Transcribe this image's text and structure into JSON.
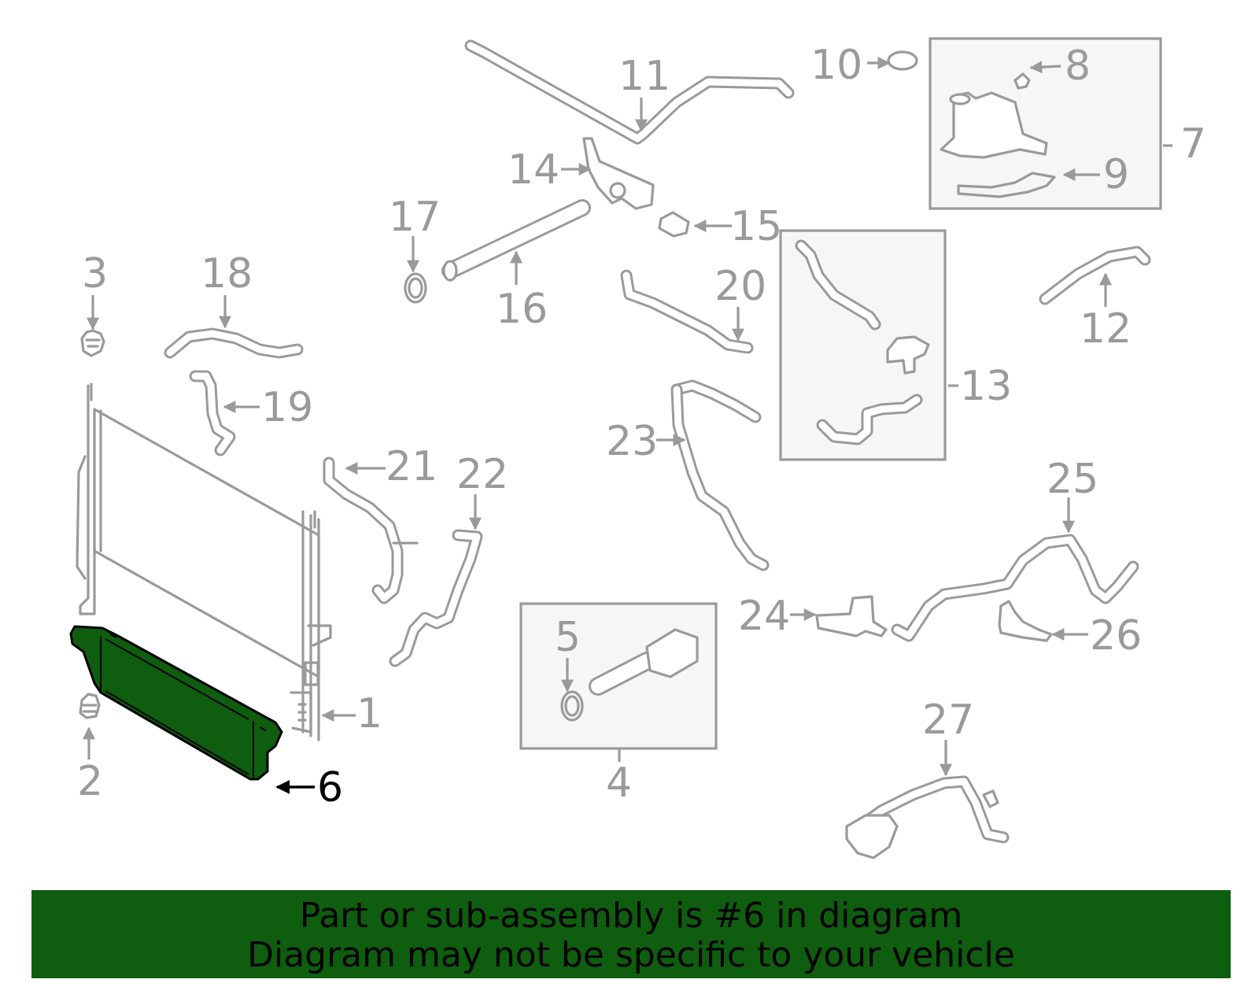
{
  "diagram": {
    "highlighted_part": "6",
    "highlight_color": "#0f5d0f",
    "line_color": "#9a9a9a",
    "callouts": {
      "c1": "1",
      "c2": "2",
      "c3": "3",
      "c4": "4",
      "c5": "5",
      "c6": "6",
      "c7": "7",
      "c8": "8",
      "c9": "9",
      "c10": "10",
      "c11": "11",
      "c12": "12",
      "c13": "13",
      "c14": "14",
      "c15": "15",
      "c16": "16",
      "c17": "17",
      "c18": "18",
      "c19": "19",
      "c20": "20",
      "c21": "21",
      "c22": "22",
      "c23": "23",
      "c24": "24",
      "c25": "25",
      "c26": "26",
      "c27": "27"
    }
  },
  "banner": {
    "line1": "Part or sub-assembly is #6 in diagram",
    "line2": "Diagram may not be specific to your vehicle"
  }
}
